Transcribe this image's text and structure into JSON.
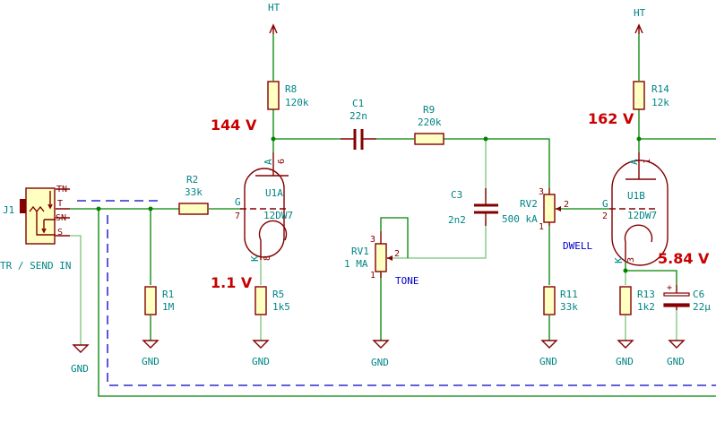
{
  "schematic": {
    "power": {
      "ht": "HT",
      "gnd": "GND"
    },
    "jack": {
      "ref": "J1",
      "label": "TR / SEND IN",
      "pins": [
        "TN",
        "T",
        "SN",
        "S"
      ]
    },
    "resistors": [
      {
        "ref": "R1",
        "value": "1M"
      },
      {
        "ref": "R2",
        "value": "33k"
      },
      {
        "ref": "R5",
        "value": "1k5"
      },
      {
        "ref": "R8",
        "value": "120k"
      },
      {
        "ref": "R9",
        "value": "220k"
      },
      {
        "ref": "R11",
        "value": "33k"
      },
      {
        "ref": "R13",
        "value": "1k2"
      },
      {
        "ref": "R14",
        "value": "12k"
      }
    ],
    "capacitors": [
      {
        "ref": "C1",
        "value": "22n"
      },
      {
        "ref": "C3",
        "value": "2n2"
      },
      {
        "ref": "C6",
        "value": "22µ",
        "polarity": "+"
      }
    ],
    "pots": [
      {
        "ref": "RV1",
        "value": "1 MA",
        "label": "TONE",
        "pins": [
          "3",
          "2",
          "1"
        ]
      },
      {
        "ref": "RV2",
        "value": "500 kA",
        "label": "DWELL",
        "pins": [
          "3",
          "2",
          "1"
        ]
      }
    ],
    "tubes": [
      {
        "ref": "U1A",
        "value": "12DW7",
        "pins": {
          "anode": "A",
          "anode_num": "6",
          "grid": "G",
          "grid_num": "7",
          "cathode": "K",
          "cathode_num": "8"
        }
      },
      {
        "ref": "U1B",
        "value": "12DW7",
        "pins": {
          "anode": "A",
          "anode_num": "1",
          "grid": "G",
          "grid_num": "2",
          "cathode": "K",
          "cathode_num": "3"
        }
      }
    ],
    "voltages": {
      "u1a_plate": "144 V",
      "u1a_cathode": "1.1 V",
      "u1b_plate": "162 V",
      "u1b_cathode": "5.84 V"
    }
  }
}
